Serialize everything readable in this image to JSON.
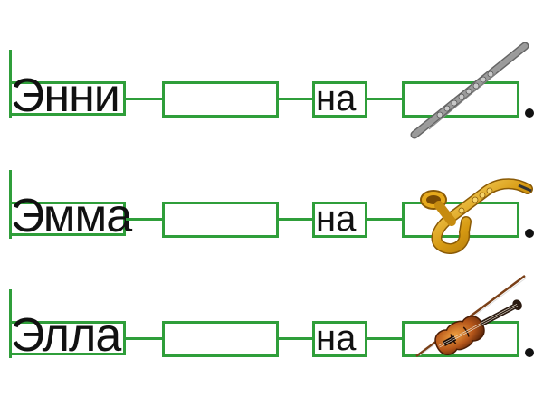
{
  "rows": [
    {
      "name": "Энни",
      "preposition": "на",
      "instrument_icon": "flute-icon",
      "blank": ""
    },
    {
      "name": "Эмма",
      "preposition": "на",
      "instrument_icon": "saxophone-icon",
      "blank": ""
    },
    {
      "name": "Элла",
      "preposition": "на",
      "instrument_icon": "violin-icon",
      "blank": ""
    }
  ],
  "colors": {
    "frame": "#2f9e3a",
    "text": "#111111"
  }
}
